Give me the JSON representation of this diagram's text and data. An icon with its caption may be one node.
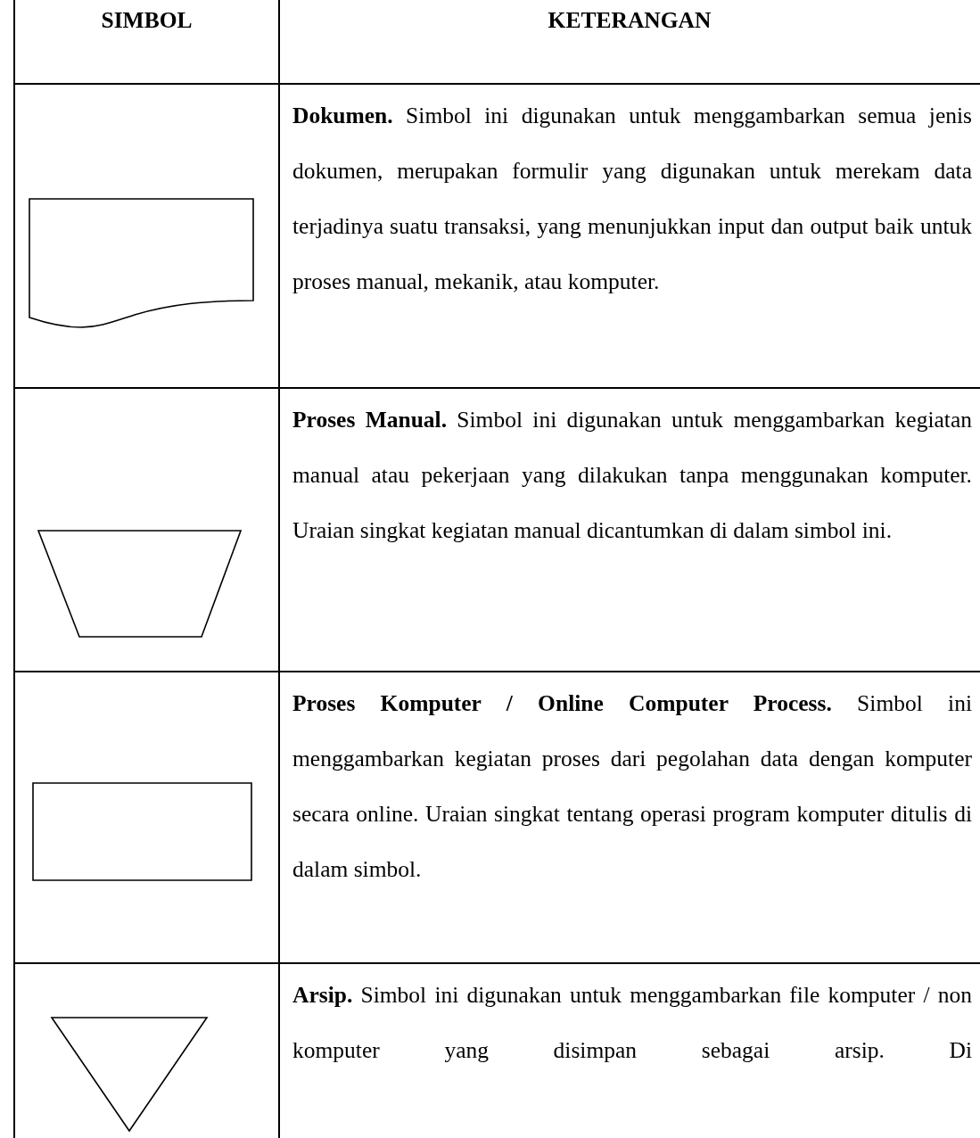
{
  "diagram": {
    "nodes": [
      {
        "text": [],
        "shape": "document"
      },
      {
        "text": [],
        "shape": "trapezoid"
      },
      {
        "text": [],
        "shape": "box"
      },
      {
        "text": [],
        "shape": "triangle"
      }
    ],
    "labels": [
      "SIMBOL",
      "KETERANGAN",
      "**Dokumen.** Simbol ini digunakan untuk menggambarkan semua jenis dokumen, merupakan formulir yang digunakan untuk merekam data terjadinya suatu transaksi, yang menunjukkan input dan output baik untuk proses manual, mekanik, atau komputer.",
      "**Proses Manual.** Simbol ini digunakan untuk menggambarkan kegiatan manual atau pekerjaan yang dilakukan tanpa menggunakan komputer. Uraian singkat kegiatan manual dicantumkan di dalam simbol ini.",
      "**Proses Komputer / Online Computer Process.** Simbol ini menggambarkan kegiatan proses dari pegolahan data dengan komputer secara online. Uraian singkat tentang operasi program komputer ditulis di dalam simbol.",
      "**Arsip.** Simbol ini digunakan untuk menggambarkan file komputer / non komputer yang disimpan sebagai arsip. Di"
    ]
  }
}
